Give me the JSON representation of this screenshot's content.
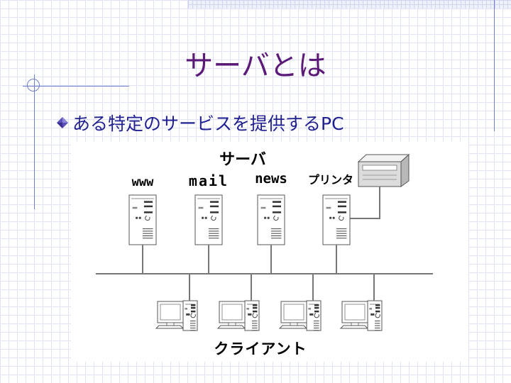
{
  "slide": {
    "title": "サーバとは",
    "bullet": "ある特定のサービスを提供するPC"
  },
  "diagram": {
    "servers_label": "サーバ",
    "clients_label": "クライアント",
    "servers": [
      {
        "label": "www"
      },
      {
        "label": "mail"
      },
      {
        "label": "news"
      },
      {
        "label": "プリンタ"
      }
    ],
    "client_count": 4
  },
  "colors": {
    "title": "#5b1a78",
    "bullet_text": "#1f1f8f",
    "bullet_icon": "#5b4fb8",
    "grid": "#dfe3f4",
    "accent_line": "#6f7fc8"
  }
}
